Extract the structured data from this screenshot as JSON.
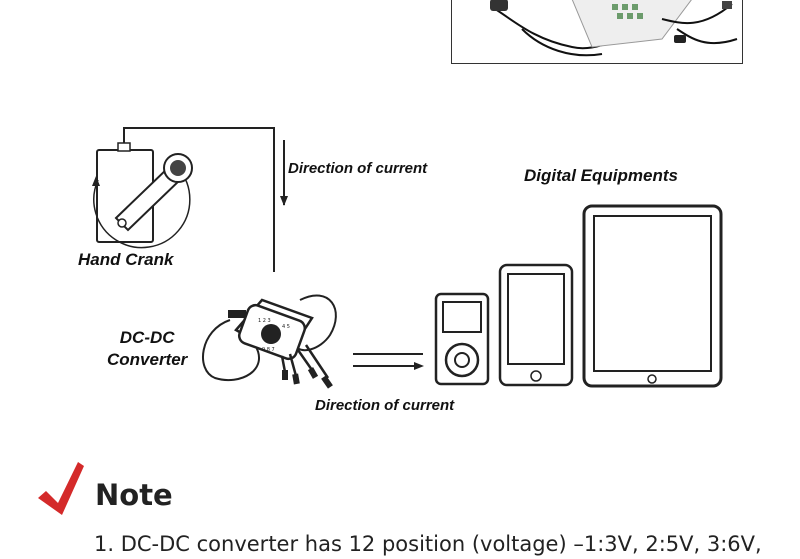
{
  "labels": {
    "direction_top": "Direction of current",
    "digital_equipments": "Digital Equipments",
    "hand_crank": "Hand Crank",
    "dcdc_line1": "DC-DC",
    "dcdc_line2": "Converter",
    "direction_bottom": "Direction of current"
  },
  "note": {
    "title": "Note",
    "line1": "1.  DC-DC converter has 12 position (voltage) –1:3V, 2:5V, 3:6V,"
  },
  "colors": {
    "check_mark": "#d42a2a",
    "line": "#222222"
  },
  "icons": {
    "check": "check-mark-icon"
  }
}
